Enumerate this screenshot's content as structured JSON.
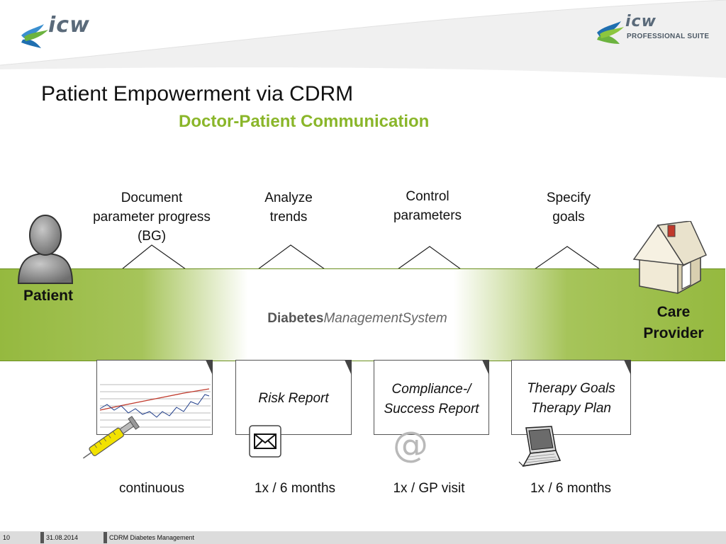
{
  "header": {
    "logo_left_text": "icw",
    "logo_right_text": "icw",
    "logo_right_suite": "PROFESSIONAL SUITE"
  },
  "title": "Patient Empowerment via CDRM",
  "subtitle": "Doctor-Patient Communication",
  "steps": [
    {
      "lines": [
        "Document",
        "parameter progress",
        "(BG)"
      ]
    },
    {
      "lines": [
        "Analyze",
        "trends"
      ]
    },
    {
      "lines": [
        "Control",
        "parameters"
      ]
    },
    {
      "lines": [
        "Specify",
        "goals"
      ]
    }
  ],
  "band": {
    "bold": "Diabetes",
    "italic": "ManagementSystem"
  },
  "actors": {
    "patient": "Patient",
    "care_line1": "Care",
    "care_line2": "Provider"
  },
  "documents": [
    {
      "lines": []
    },
    {
      "lines": [
        "Risk Report"
      ]
    },
    {
      "lines": [
        "Compliance-/",
        "Success Report"
      ]
    },
    {
      "lines": [
        "Therapy Goals",
        "Therapy Plan"
      ]
    }
  ],
  "channel_icons": [
    "syringe-icon",
    "envelope-icon",
    "at-sign-icon",
    "laptop-icon"
  ],
  "at_symbol": "@",
  "frequencies": [
    "continuous",
    "1x / 6 months",
    "1x / GP visit",
    "1x / 6 months"
  ],
  "footer": {
    "page": "10",
    "date": "31.08.2014",
    "title": "CDRM Diabetes Management"
  },
  "colors": {
    "accent_green": "#8ab62a",
    "band_green": "#95b93f"
  }
}
